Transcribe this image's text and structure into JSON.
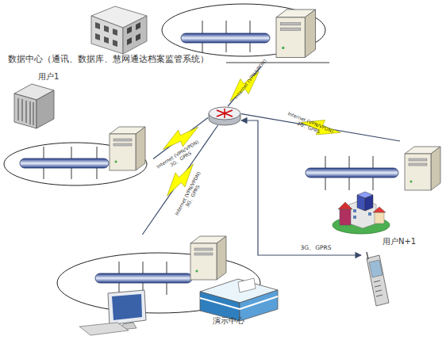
{
  "diagram": {
    "nodes": [
      {
        "text": [
          "数据中心（通讯、数据库、慧网通达档案监管系统）"
        ]
      },
      {
        "text": []
      },
      {
        "text": [
          "用户1"
        ]
      },
      {
        "text": [
          "用户N+1"
        ]
      },
      {
        "text": [
          "演示中心"
        ]
      },
      {
        "text": []
      }
    ],
    "edges": [
      {
        "from": 1,
        "to": 0,
        "arrow": "none",
        "label": "Internet (VPN/VPDN)"
      },
      {
        "from": 1,
        "to": 2,
        "arrow": "none",
        "label": "Internet (VPN/VPDN) 3G、GPRS"
      },
      {
        "from": 1,
        "to": 4,
        "arrow": "none",
        "label": "Internet (VPN/VPDN) 3G、GPRS"
      },
      {
        "from": 1,
        "to": 3,
        "arrow": "none",
        "label": "Internet (VPN/VPDN) 3G、GPRS"
      },
      {
        "from": 1,
        "to": 5,
        "arrow": "both",
        "label": "3G、GPRS"
      }
    ]
  }
}
